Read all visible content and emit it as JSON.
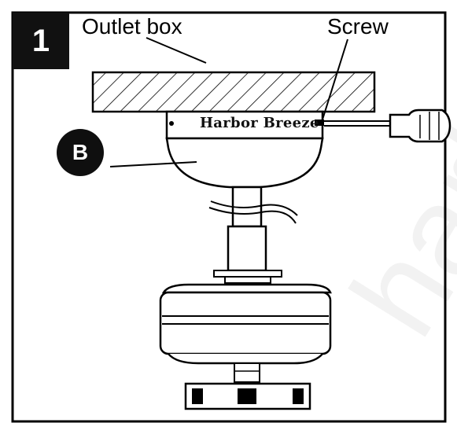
{
  "step": {
    "number": "1"
  },
  "labels": {
    "outlet_box": "Outlet box",
    "screw": "Screw"
  },
  "badge": {
    "letter": "B"
  },
  "brand": {
    "text": "Harbor Breeze"
  },
  "watermark": {
    "text": "harb"
  },
  "colors": {
    "ink": "#000000",
    "step_bg": "#111111",
    "background": "#ffffff"
  }
}
